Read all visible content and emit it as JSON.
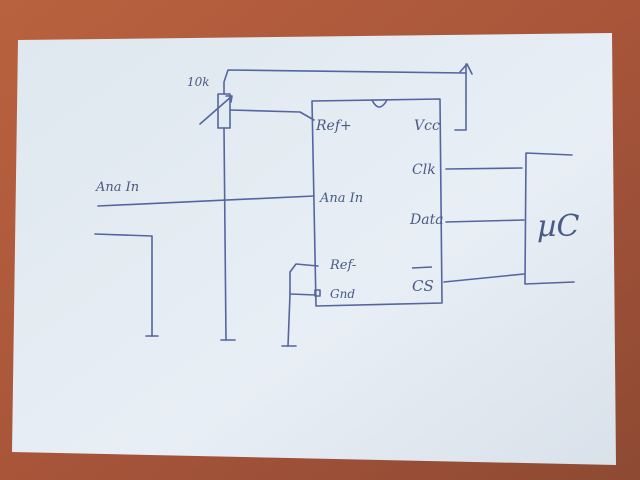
{
  "photo": {
    "table_color": "#a8553a",
    "paper_color": "#e4ecf3",
    "ink_color": "#5565a0"
  },
  "schematic": {
    "potentiometer": {
      "label": "10k"
    },
    "adc": {
      "pins_left": [
        "Ref+",
        "Ana In",
        "Ref-",
        "Gnd"
      ],
      "pins_right": [
        "Vcc",
        "Clk",
        "Data",
        "CS"
      ]
    },
    "input_label": "Ana In",
    "microcontroller_label": "µC"
  }
}
